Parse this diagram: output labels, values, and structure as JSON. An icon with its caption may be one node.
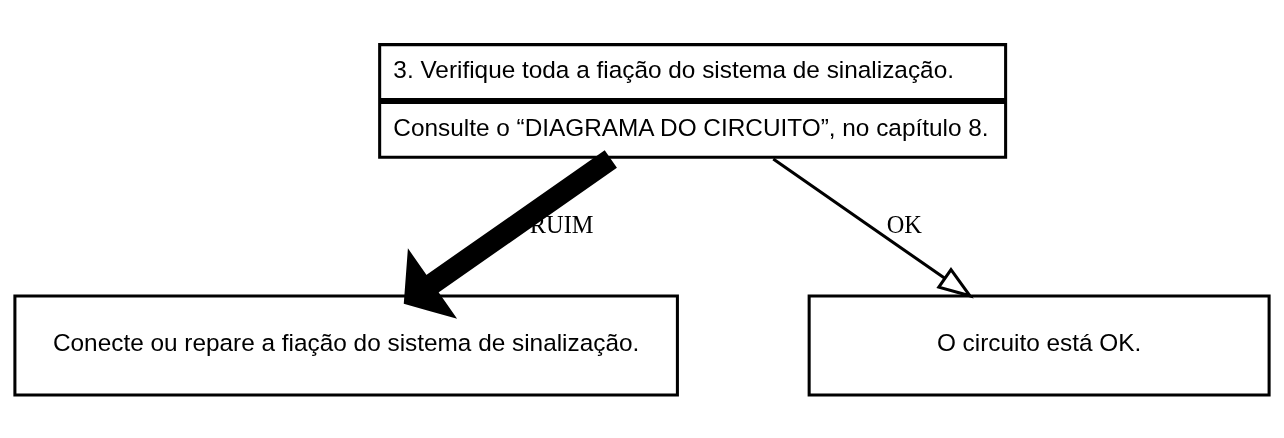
{
  "diagram": {
    "nodes": [
      {
        "text": [
          "3. Verifique toda a fiação do sistema de sinalização.",
          "Consulte o “DIAGRAMA DO CIRCUITO”, no capítulo 8."
        ]
      },
      {
        "text": [
          "Conecte ou repare a fiação do sistema de sinalização."
        ]
      },
      {
        "text": [
          "O circuito está OK."
        ]
      }
    ],
    "edges": [
      {
        "from": 0,
        "to": 1,
        "arrow": "to",
        "label": "RUIM",
        "style": "thick"
      },
      {
        "from": 0,
        "to": 2,
        "arrow": "to",
        "label": "OK"
      }
    ]
  }
}
